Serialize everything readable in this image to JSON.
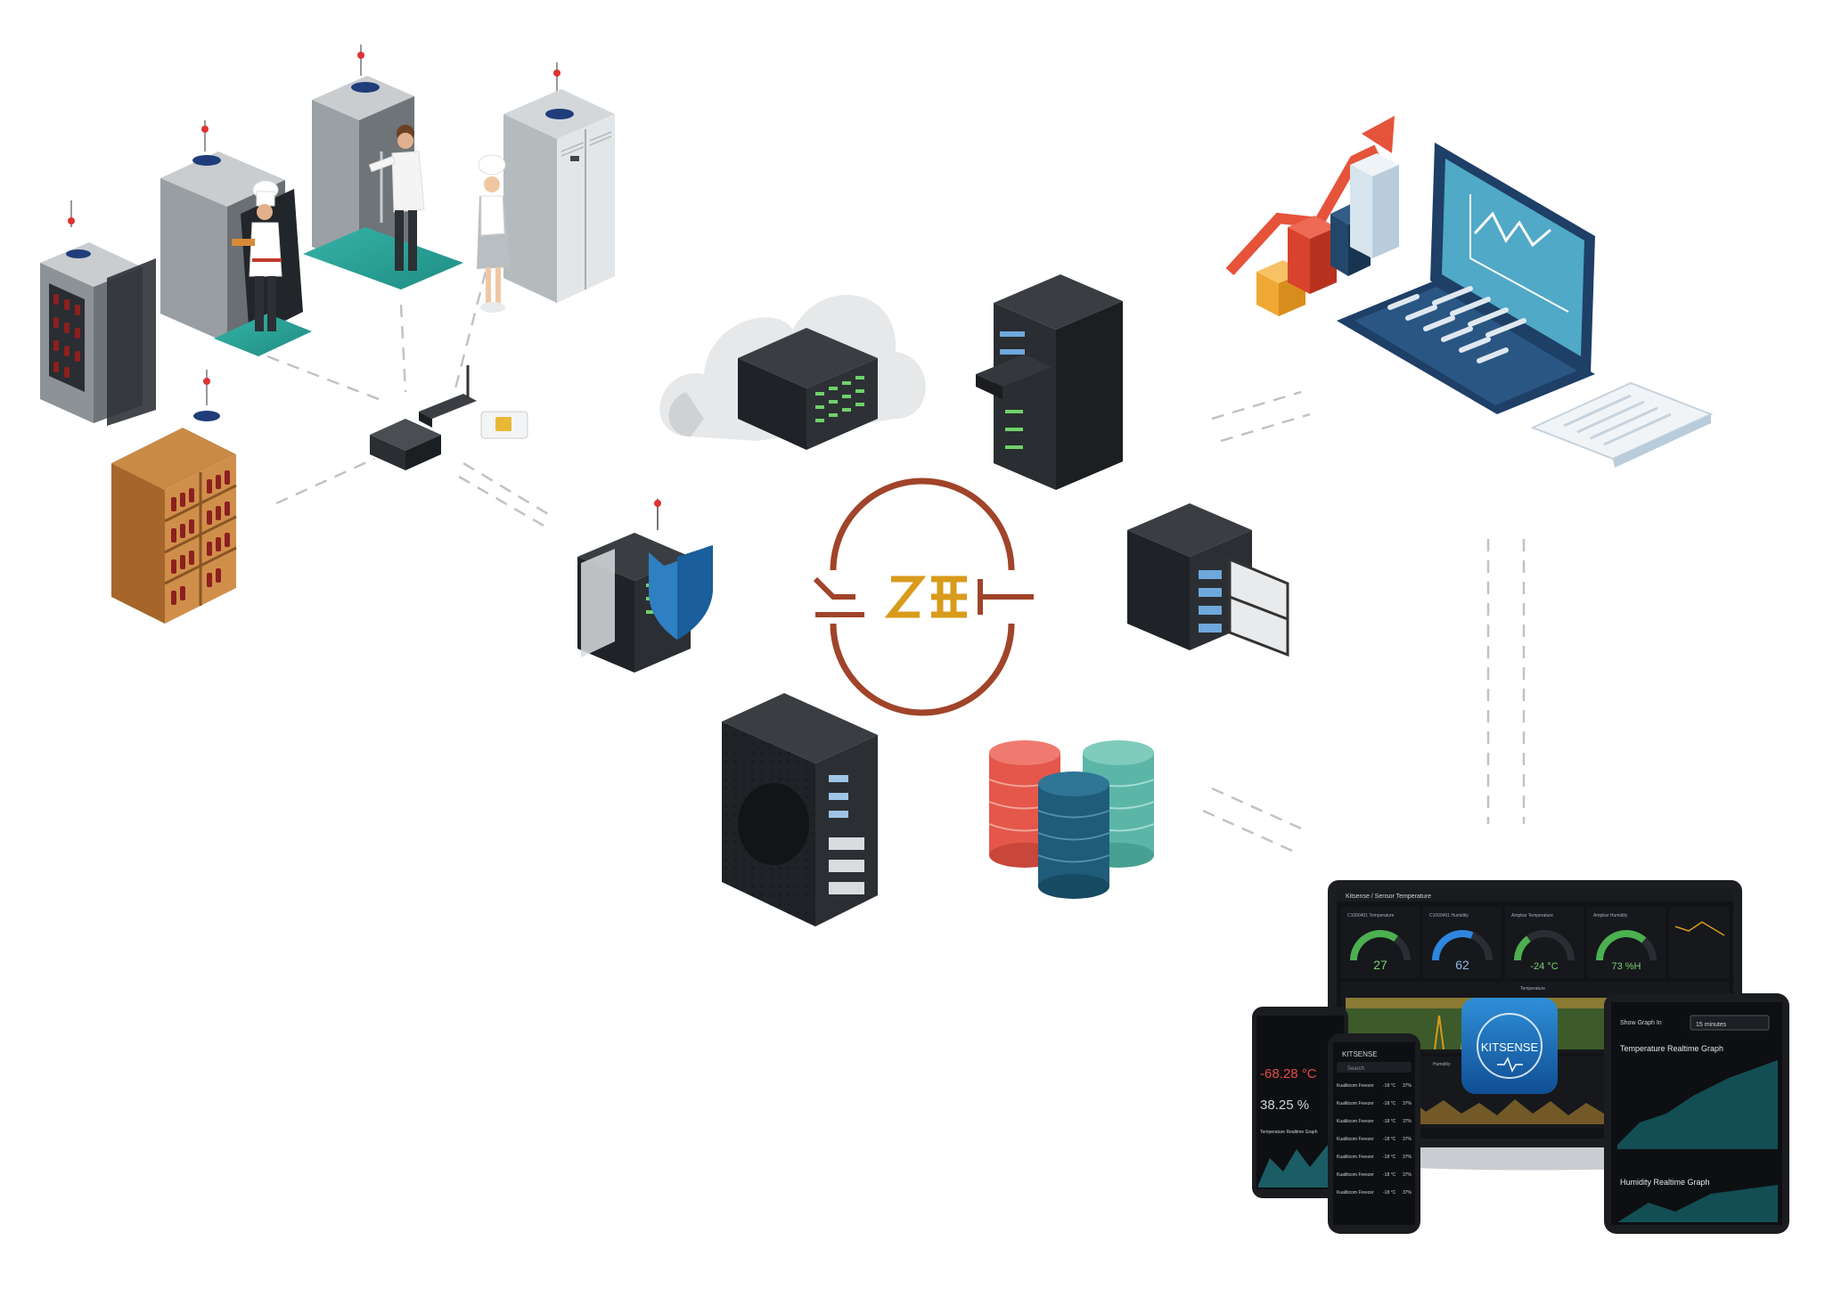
{
  "colors": {
    "server_dark": "#2b2f33",
    "server_side": "#1c1f22",
    "cloud": "#e4e6e8",
    "accent_green": "#4caf50",
    "accent_blue": "#2e86de",
    "logo_brown": "#a0442a",
    "logo_gold": "#d89b1b",
    "db_red": "#e4574a",
    "db_teal": "#5bb6a8",
    "db_navy": "#1f5c7a",
    "laptop_navy": "#1e3f66",
    "laptop_screen": "#4fa9c7",
    "chart_arrow": "#e6533b",
    "bar_orange": "#f0a834",
    "bar_red": "#d9422c",
    "bar_navy": "#23476a",
    "bar_light": "#d7e4ee",
    "dashboard_bg": "#111317"
  },
  "icons": [
    "wine-fridge-icon",
    "display-fridge-icon",
    "chef-icon",
    "staff-icon",
    "double-fridge-icon",
    "wine-shelf-icon",
    "gateway-icon",
    "sim-card-icon",
    "cloud-server-icon",
    "server-rack-icon",
    "secure-server-icon",
    "storage-server-icon",
    "tower-server-icon",
    "database-icon",
    "analytics-chart-icon",
    "laptop-icon",
    "report-icon"
  ],
  "dashboard": {
    "title": "Kitsense / Sensor Temperature",
    "panels": [
      {
        "label": "C1000401 Temperature",
        "value": "27",
        "fill": 0.7,
        "color": "#4caf50"
      },
      {
        "label": "C1000401 Humidity",
        "value": "62",
        "fill": 0.62,
        "color": "#2e86de"
      },
      {
        "label": "Ampbar Temperature",
        "value": "-24 °C",
        "fill": 0.3,
        "color": "#4caf50"
      },
      {
        "label": "Ampbar Humidity",
        "value": "73 %H",
        "fill": 0.73,
        "color": "#4caf50"
      }
    ],
    "graph_label_1": "Temperature",
    "graph_label_2": "Humidity",
    "brand": "KITSENSE"
  },
  "phone_left": {
    "temp": "-68.28 °C",
    "humidity": "38.25 %",
    "graph_label": "Temperature Realtime Graph"
  },
  "phone_center": {
    "brand": "KITSENSE",
    "search_placeholder": "Search",
    "rows": [
      {
        "name": "Kualiticom Freezer",
        "temp": "-18 °C",
        "hum": "37%"
      },
      {
        "name": "Kualiticom Freezer",
        "temp": "-18 °C",
        "hum": "37%"
      },
      {
        "name": "Kualiticom Freezer",
        "temp": "-18 °C",
        "hum": "37%"
      },
      {
        "name": "Kualiticom Freezer",
        "temp": "-18 °C",
        "hum": "37%"
      },
      {
        "name": "Kualiticom Freezer",
        "temp": "-18 °C",
        "hum": "37%"
      },
      {
        "name": "Kualiticom Freezer",
        "temp": "-18 °C",
        "hum": "37%"
      },
      {
        "name": "Kualiticom Freezer",
        "temp": "-18 °C",
        "hum": "37%"
      }
    ]
  },
  "tablet": {
    "show_label": "Show Graph In",
    "select_value": "15 minutes",
    "graph1": "Temperature Realtime Graph",
    "graph2": "Humidity Realtime Graph"
  }
}
